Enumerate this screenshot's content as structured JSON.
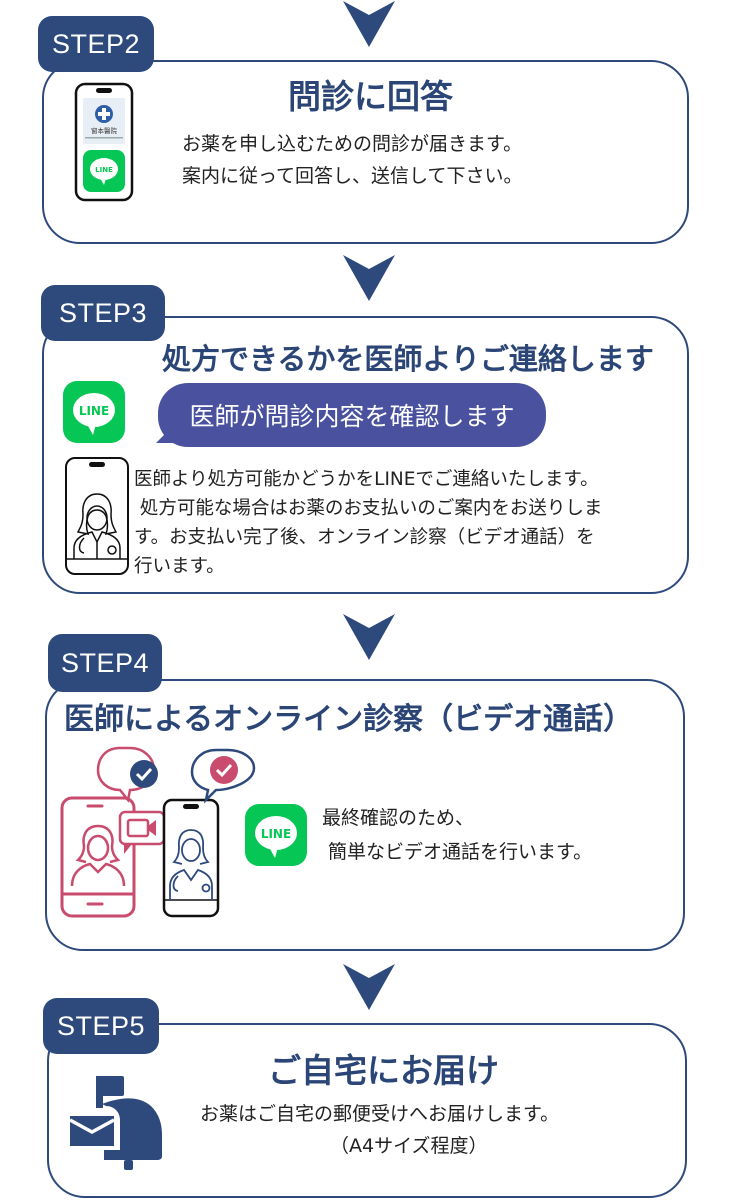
{
  "colors": {
    "navy": "#2e4a7d",
    "title": "#2a4576",
    "bubble": "#4a52a0",
    "line_green": "#06c755",
    "pink": "#c94b6d"
  },
  "steps": [
    {
      "tab": "STEP2",
      "title": "問診に回答",
      "lines": [
        "お薬を申し込むための問診が届きます。",
        "案内に従って回答し、送信して下さい。"
      ],
      "icons": [
        "smartphone-clinic-line-icon"
      ],
      "clinic_name": "窗本醫院"
    },
    {
      "tab": "STEP3",
      "title": "処方できるかを医師よりご連絡します",
      "bubble": "医師が問診内容を確認します",
      "lines": [
        "医師より処方可能かどうかをLINEでご連絡いたします。",
        " 処方可能な場合はお薬のお支払いのご案内をお送りしま",
        "す。お支払い完了後、オンライン診察（ビデオ通話）を",
        "行います。"
      ],
      "icons": [
        "line-app-icon",
        "smartphone-doctor-icon"
      ]
    },
    {
      "tab": "STEP4",
      "title": "医師によるオンライン診察（ビデオ通話）",
      "lines": [
        "最終確認のため、",
        " 簡単なビデオ通話を行います。"
      ],
      "icons": [
        "video-call-illustration",
        "line-app-icon"
      ]
    },
    {
      "tab": "STEP5",
      "title": "ご自宅にお届け",
      "lines": [
        "お薬はご自宅の郵便受けへお届けします。",
        "（A4サイズ程度）"
      ],
      "icons": [
        "mailbox-icon"
      ]
    }
  ],
  "line_label": "LINE"
}
